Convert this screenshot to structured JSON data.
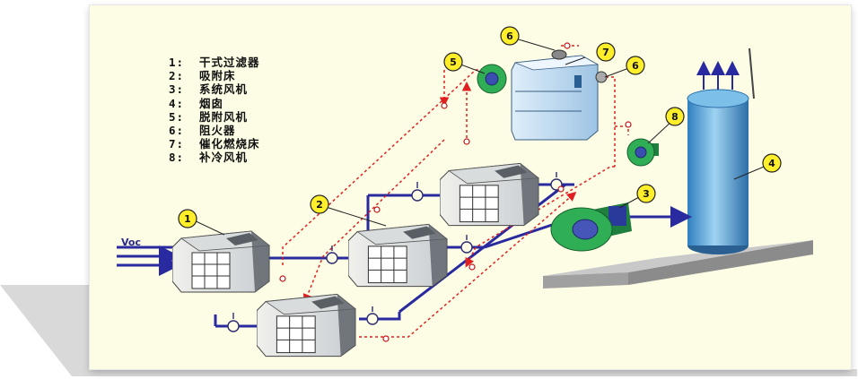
{
  "legend": {
    "items": [
      {
        "num": "1:",
        "label": "干式过滤器"
      },
      {
        "num": "2:",
        "label": "吸附床"
      },
      {
        "num": "3:",
        "label": "系统风机"
      },
      {
        "num": "4:",
        "label": "烟囱"
      },
      {
        "num": "5:",
        "label": "脱附风机"
      },
      {
        "num": "6:",
        "label": "阻火器"
      },
      {
        "num": "7:",
        "label": "催化燃烧床"
      },
      {
        "num": "8:",
        "label": "补冷风机"
      }
    ]
  },
  "inlet_label": "Voc",
  "callouts": [
    "1",
    "2",
    "3",
    "4",
    "5",
    "6",
    "6",
    "7",
    "8"
  ],
  "colors": {
    "process_line": "#2a2aa0",
    "hot_line": "#e02020",
    "callout_fill": "#ffef2a",
    "stack_blue": "#4aa2d8",
    "fan_green": "#2fae56"
  }
}
